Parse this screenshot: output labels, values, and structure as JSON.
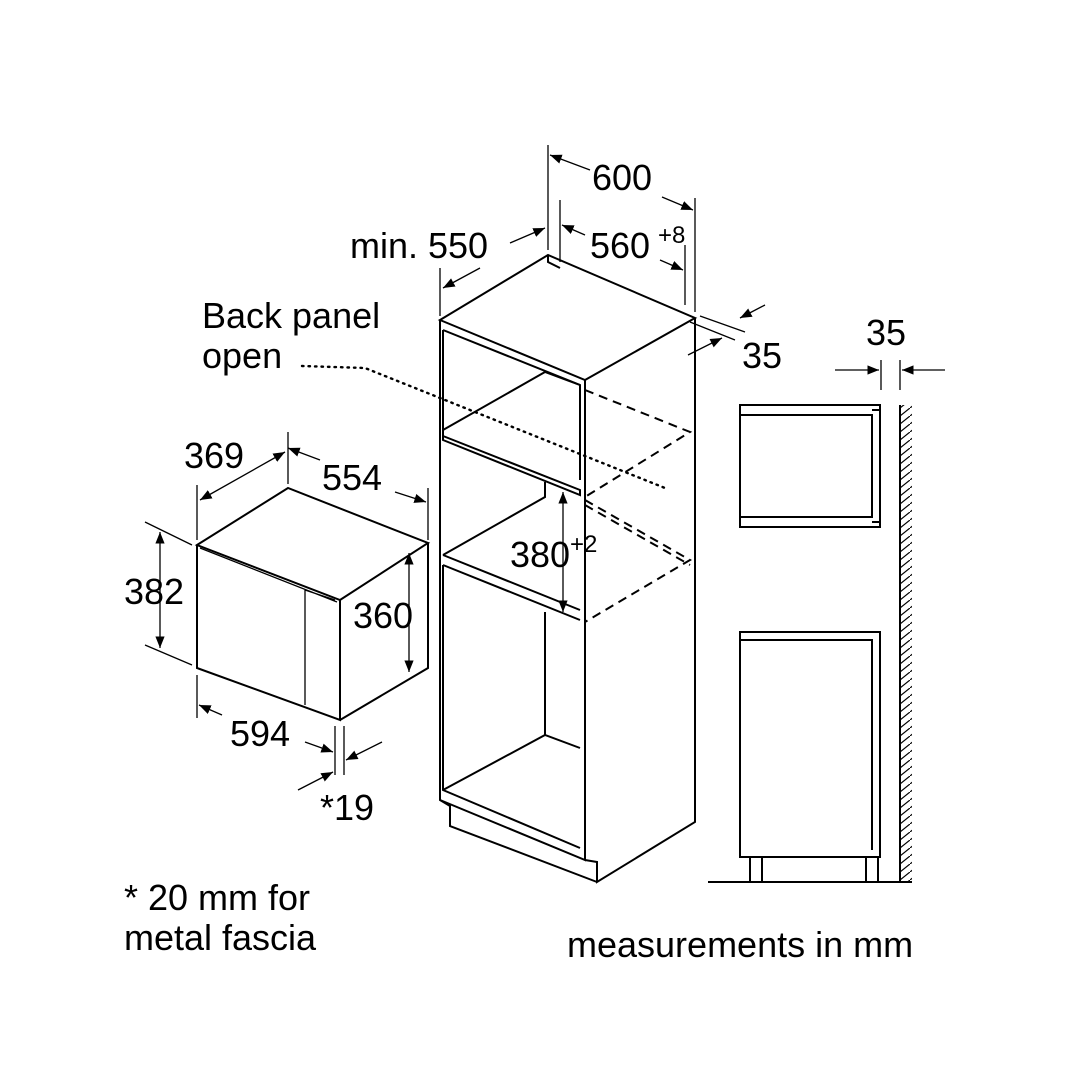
{
  "labels": {
    "width_600": "600",
    "min_550": "min. 550",
    "niche_560": "560",
    "niche_560_tol": "+8",
    "depth_35": "35",
    "back_panel_line1": "Back panel",
    "back_panel_line2": "open",
    "micro_depth_369": "369",
    "micro_depth_554": "554",
    "micro_height_382": "382",
    "micro_body_360": "360",
    "micro_width_594": "594",
    "fascia_19": "*19",
    "niche_380": "380",
    "niche_380_tol": "+2",
    "side_35": "35",
    "footnote_line1": "* 20 mm for",
    "footnote_line2": "metal fascia",
    "units_note": "measurements in mm"
  }
}
